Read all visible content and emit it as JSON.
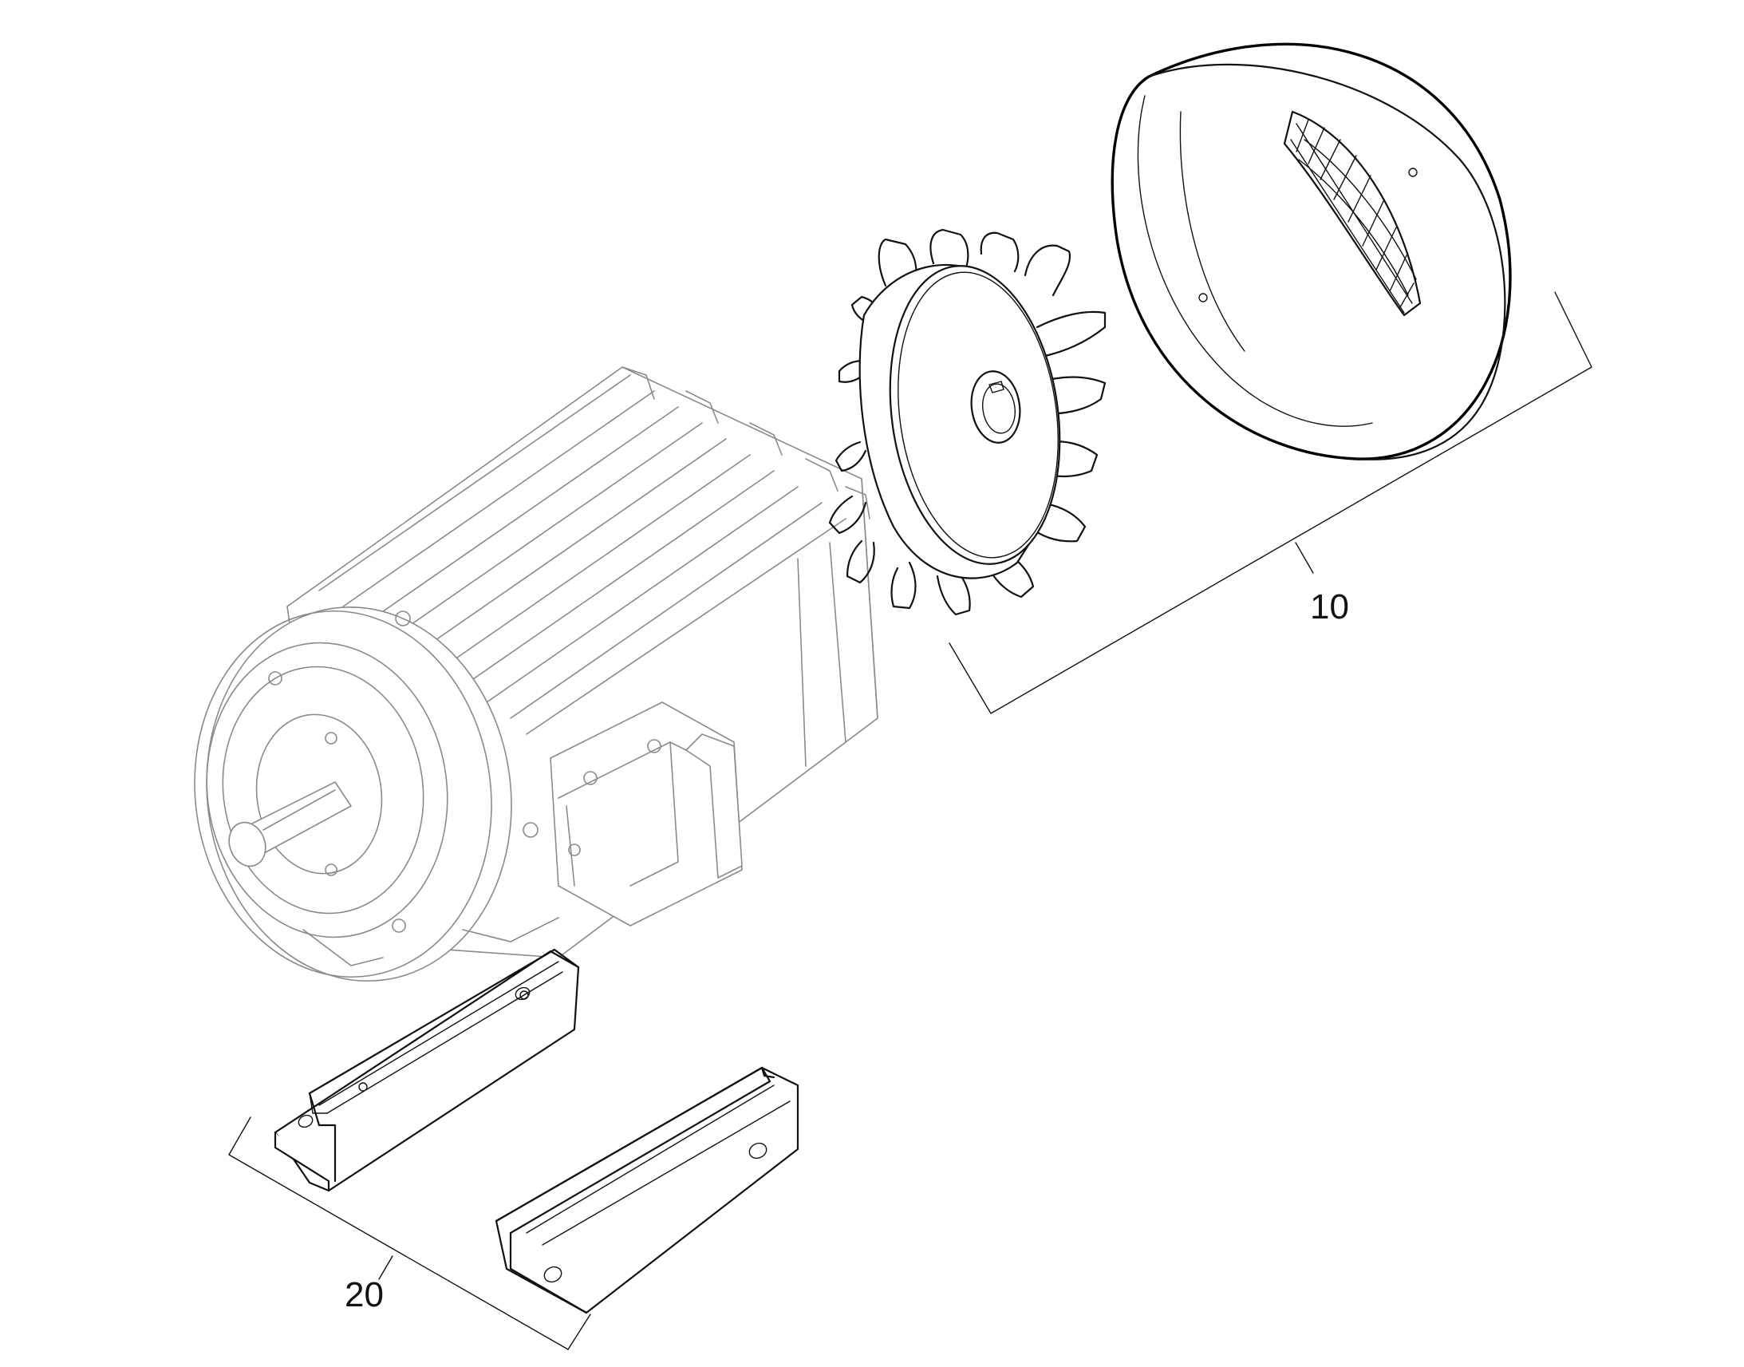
{
  "callouts": [
    {
      "id": "fan-and-cover-assembly",
      "label": "10"
    },
    {
      "id": "mounting-feet-assembly",
      "label": "20"
    }
  ],
  "colors": {
    "line": "#111111",
    "faint_line": "#8a8a8a",
    "background": "#ffffff"
  }
}
